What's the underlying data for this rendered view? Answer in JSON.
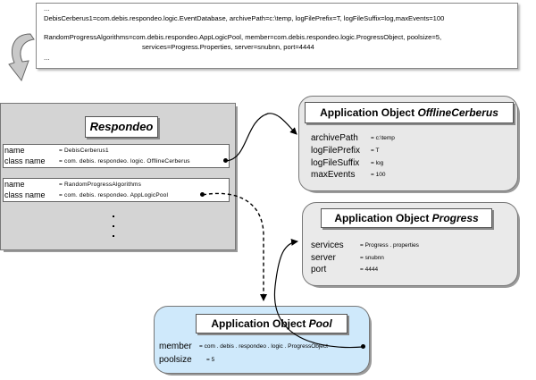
{
  "config": {
    "ellipsis_top": "...",
    "line1": "DebisCerberus1=com.debis.respondeo.logic.EventDatabase, archivePath=c:\\temp, logFilePrefix=T, logFileSuffix=log,maxEvents=100",
    "line2": "RandomProgressAlgorithms=com.debis.respondeo.AppLogicPool, member=com.debis.respondeo.logic.ProgressObject, poolsize=5,",
    "line3": "services=Progress.Properties, server=snubnn, port=4444",
    "ellipsis_bottom": "..."
  },
  "respondeo": {
    "title": "Respondeo",
    "entries": [
      {
        "name_label": "name",
        "name_value": "= DebisCerberus1",
        "class_label": "class name",
        "class_value": "= com. debis. respondeo. logic. OfflineCerberus"
      },
      {
        "name_label": "name",
        "name_value": "= RandomProgressAlgorithms",
        "class_label": "class name",
        "class_value": "= com. debis. respondeo. AppLogicPool"
      }
    ]
  },
  "offline": {
    "title_prefix": "Application Object ",
    "title_italic": "OfflineCerberus",
    "fields": [
      {
        "label": "archivePath",
        "value": "= c:\\temp"
      },
      {
        "label": "logFilePrefix",
        "value": "= T"
      },
      {
        "label": "logFileSuffix",
        "value": "= log"
      },
      {
        "label": "maxEvents",
        "value": "= 100"
      }
    ]
  },
  "progress": {
    "title_prefix": "Application Object ",
    "title_italic": "Progress",
    "fields": [
      {
        "label": "services",
        "value": "= Progress . properties"
      },
      {
        "label": "server",
        "value": "= snubnn"
      },
      {
        "label": "port",
        "value": "= 4444"
      }
    ]
  },
  "pool": {
    "title_prefix": "Application Object ",
    "title_italic": "Pool",
    "fields": [
      {
        "label": "member",
        "value": "= com . debis . respondeo . logic . ProgressObject"
      },
      {
        "label": "poolsize",
        "value": "= 5"
      }
    ]
  },
  "colors": {
    "respondeo_bg": "#d4d4d4",
    "offline_bg": "#e8e8e8",
    "progress_bg": "#eaeaea",
    "pool_bg": "#cfe9fb"
  }
}
